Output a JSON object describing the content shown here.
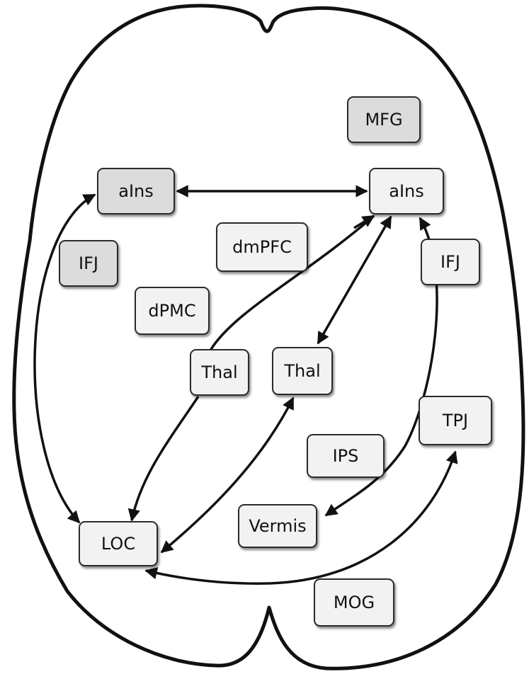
{
  "regions": {
    "ains_left": "aIns",
    "ains_right": "aIns",
    "mfg": "MFG",
    "ifj_left": "IFJ",
    "ifj_right": "IFJ",
    "dmpfc": "dmPFC",
    "dpmc": "dPMC",
    "thal_left": "Thal",
    "thal_right": "Thal",
    "tpj": "TPJ",
    "ips": "IPS",
    "vermis": "Vermis",
    "loc": "LOC",
    "mog": "MOG"
  },
  "colors": {
    "outline": "#111111",
    "node_light": "#f2f2f2",
    "node_dark": "#dcdcdc",
    "arrow": "#111111"
  }
}
